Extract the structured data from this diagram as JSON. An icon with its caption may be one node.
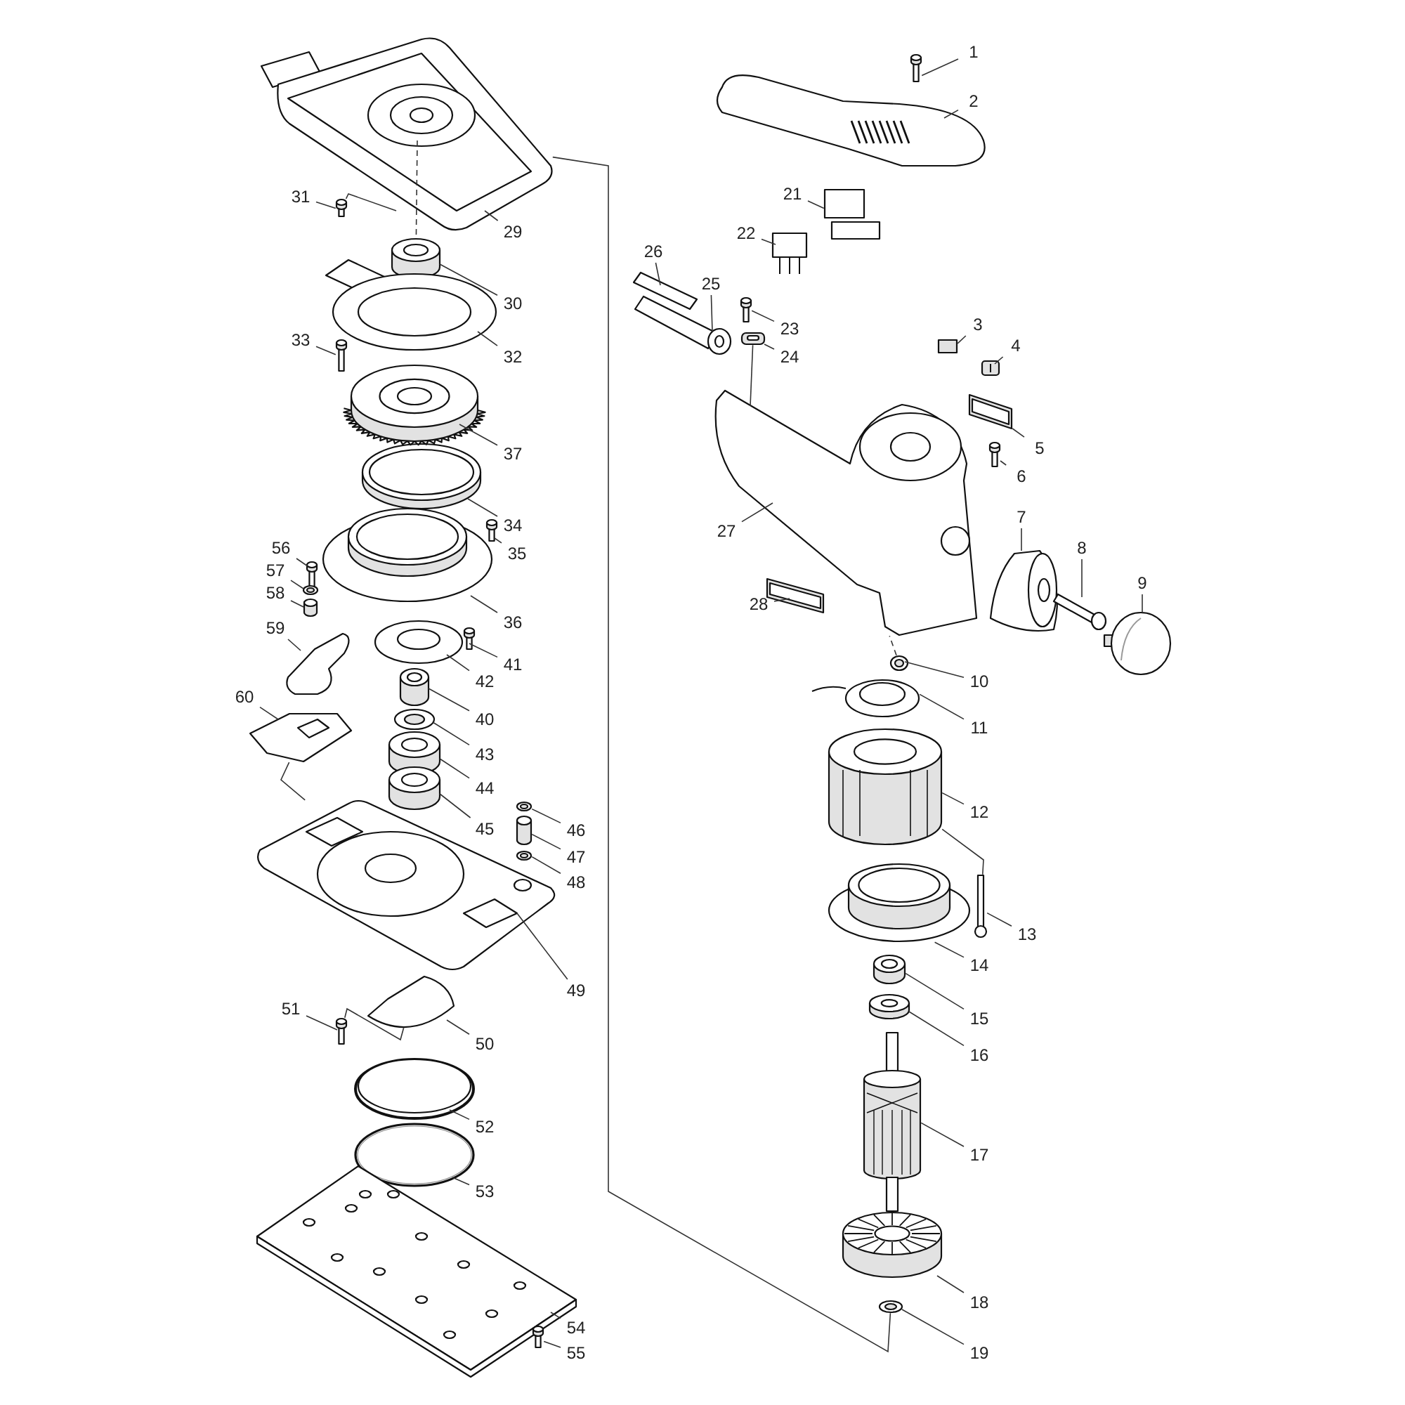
{
  "diagram": {
    "nodes": [
      {
        "text": [
          "1"
        ]
      },
      {
        "text": [
          "2"
        ]
      },
      {
        "text": [
          "3"
        ]
      },
      {
        "text": [
          "4"
        ]
      },
      {
        "text": [
          "5"
        ]
      },
      {
        "text": [
          "6"
        ]
      },
      {
        "text": [
          "7"
        ]
      },
      {
        "text": [
          "8"
        ]
      },
      {
        "text": [
          "9"
        ]
      },
      {
        "text": [
          "10"
        ]
      },
      {
        "text": [
          "11"
        ]
      },
      {
        "text": [
          "12"
        ]
      },
      {
        "text": [
          "13"
        ]
      },
      {
        "text": [
          "14"
        ]
      },
      {
        "text": [
          "15"
        ]
      },
      {
        "text": [
          "16"
        ]
      },
      {
        "text": [
          "17"
        ]
      },
      {
        "text": [
          "18"
        ]
      },
      {
        "text": [
          "19"
        ]
      },
      {
        "text": [
          "21"
        ]
      },
      {
        "text": [
          "22"
        ]
      },
      {
        "text": [
          "23"
        ]
      },
      {
        "text": [
          "24"
        ]
      },
      {
        "text": [
          "25"
        ]
      },
      {
        "text": [
          "26"
        ]
      },
      {
        "text": [
          "27"
        ]
      },
      {
        "text": [
          "28"
        ]
      },
      {
        "text": [
          "29"
        ]
      },
      {
        "text": [
          "30"
        ]
      },
      {
        "text": [
          "31"
        ]
      },
      {
        "text": [
          "32"
        ]
      },
      {
        "text": [
          "33"
        ]
      },
      {
        "text": [
          "34"
        ]
      },
      {
        "text": [
          "35"
        ]
      },
      {
        "text": [
          "36"
        ]
      },
      {
        "text": [
          "37"
        ]
      },
      {
        "text": [
          "40"
        ]
      },
      {
        "text": [
          "41"
        ]
      },
      {
        "text": [
          "42"
        ]
      },
      {
        "text": [
          "43"
        ]
      },
      {
        "text": [
          "44"
        ]
      },
      {
        "text": [
          "45"
        ]
      },
      {
        "text": [
          "46"
        ]
      },
      {
        "text": [
          "47"
        ]
      },
      {
        "text": [
          "48"
        ]
      },
      {
        "text": [
          "49"
        ]
      },
      {
        "text": [
          "50"
        ]
      },
      {
        "text": [
          "51"
        ]
      },
      {
        "text": [
          "52"
        ]
      },
      {
        "text": [
          "53"
        ]
      },
      {
        "text": [
          "54"
        ]
      },
      {
        "text": [
          "55"
        ]
      },
      {
        "text": [
          "56"
        ]
      },
      {
        "text": [
          "57"
        ]
      },
      {
        "text": [
          "58"
        ]
      },
      {
        "text": [
          "59"
        ]
      },
      {
        "text": [
          "60"
        ]
      },
      {
        "text": [],
        "shape": "picture"
      },
      {
        "text": [],
        "shape": "picture"
      },
      {
        "text": [],
        "shape": "box"
      },
      {
        "text": [],
        "shape": "picture"
      },
      {
        "text": [],
        "shape": "picture"
      },
      {
        "text": [],
        "shape": "picture"
      },
      {
        "text": [],
        "shape": "picture"
      },
      {
        "text": [],
        "shape": "picture"
      },
      {
        "text": [],
        "shape": "picture"
      },
      {
        "text": [],
        "shape": "picture"
      },
      {
        "text": [],
        "shape": "picture"
      },
      {
        "text": [],
        "shape": "picture"
      },
      {
        "text": [],
        "shape": "picture"
      },
      {
        "text": [],
        "shape": "picture"
      },
      {
        "text": [],
        "shape": "cylinder"
      },
      {
        "text": [],
        "shape": "picture"
      },
      {
        "text": [],
        "shape": "picture"
      },
      {
        "text": [],
        "shape": "picture"
      },
      {
        "text": [],
        "shape": "picture"
      },
      {
        "text": [],
        "shape": "picture"
      },
      {
        "text": [],
        "shape": "picture"
      },
      {
        "text": [],
        "shape": "picture"
      },
      {
        "text": [],
        "shape": "picture"
      },
      {
        "text": [],
        "shape": "picture"
      },
      {
        "text": [],
        "shape": "picture"
      },
      {
        "text": [],
        "shape": "picture"
      },
      {
        "text": [],
        "shape": "picture"
      },
      {
        "text": [],
        "shape": "picture"
      },
      {
        "text": [],
        "shape": "cylinder"
      },
      {
        "text": [],
        "shape": "picture"
      },
      {
        "text": [],
        "shape": "picture"
      },
      {
        "text": [],
        "shape": "picture"
      },
      {
        "text": [],
        "shape": "picture"
      },
      {
        "text": [],
        "shape": "picture"
      },
      {
        "text": [],
        "shape": "picture"
      },
      {
        "text": [],
        "shape": "picture"
      },
      {
        "text": [],
        "shape": "cylinder"
      },
      {
        "text": [],
        "shape": "picture"
      },
      {
        "text": [],
        "shape": "picture"
      },
      {
        "text": [],
        "shape": "picture"
      },
      {
        "text": [],
        "shape": "cylinder"
      },
      {
        "text": [],
        "shape": "cylinder"
      },
      {
        "text": [],
        "shape": "picture"
      },
      {
        "text": [],
        "shape": "cylinder"
      },
      {
        "text": [],
        "shape": "picture"
      },
      {
        "text": [],
        "shape": "picture"
      },
      {
        "text": [],
        "shape": "picture"
      },
      {
        "text": [],
        "shape": "picture"
      },
      {
        "text": [],
        "shape": "picture"
      },
      {
        "text": [],
        "shape": "picture"
      },
      {
        "text": [],
        "shape": "picture"
      },
      {
        "text": [],
        "shape": "picture"
      },
      {
        "text": [],
        "shape": "picture"
      },
      {
        "text": [],
        "shape": "picture"
      },
      {
        "text": [],
        "shape": "cylinder"
      },
      {
        "text": [],
        "shape": "picture"
      },
      {
        "text": [],
        "shape": "picture"
      }
    ],
    "edges": [
      {
        "from": 0,
        "to": 57,
        "arrow": "none"
      },
      {
        "from": 1,
        "to": 58,
        "arrow": "none"
      },
      {
        "from": 2,
        "to": 59,
        "arrow": "none"
      },
      {
        "from": 3,
        "to": 60,
        "arrow": "none"
      },
      {
        "from": 4,
        "to": 61,
        "arrow": "none"
      },
      {
        "from": 5,
        "to": 62,
        "arrow": "none"
      },
      {
        "from": 6,
        "to": 63,
        "arrow": "none"
      },
      {
        "from": 7,
        "to": 64,
        "arrow": "none"
      },
      {
        "from": 8,
        "to": 65,
        "arrow": "none"
      },
      {
        "from": 9,
        "to": 66,
        "arrow": "none"
      },
      {
        "from": 10,
        "to": 67,
        "arrow": "none"
      },
      {
        "from": 11,
        "to": 68,
        "arrow": "none"
      },
      {
        "from": 12,
        "to": 69,
        "arrow": "none"
      },
      {
        "from": 13,
        "to": 70,
        "arrow": "none"
      },
      {
        "from": 14,
        "to": 71,
        "arrow": "none"
      },
      {
        "from": 15,
        "to": 72,
        "arrow": "none"
      },
      {
        "from": 16,
        "to": 73,
        "arrow": "none"
      },
      {
        "from": 17,
        "to": 74,
        "arrow": "none"
      },
      {
        "from": 18,
        "to": 75,
        "arrow": "none"
      },
      {
        "from": 19,
        "to": 76,
        "arrow": "none"
      },
      {
        "from": 20,
        "to": 77,
        "arrow": "none"
      },
      {
        "from": 21,
        "to": 78,
        "arrow": "none"
      },
      {
        "from": 22,
        "to": 79,
        "arrow": "none"
      },
      {
        "from": 23,
        "to": 80,
        "arrow": "none"
      },
      {
        "from": 24,
        "to": 81,
        "arrow": "none"
      },
      {
        "from": 25,
        "to": 82,
        "arrow": "none"
      },
      {
        "from": 26,
        "to": 83,
        "arrow": "none"
      },
      {
        "from": 27,
        "to": 84,
        "arrow": "none"
      },
      {
        "from": 28,
        "to": 85,
        "arrow": "none"
      },
      {
        "from": 29,
        "to": 86,
        "arrow": "none"
      },
      {
        "from": 30,
        "to": 87,
        "arrow": "none"
      },
      {
        "from": 31,
        "to": 88,
        "arrow": "none"
      },
      {
        "from": 32,
        "to": 89,
        "arrow": "none"
      },
      {
        "from": 33,
        "to": 90,
        "arrow": "none"
      },
      {
        "from": 34,
        "to": 91,
        "arrow": "none"
      },
      {
        "from": 35,
        "to": 92,
        "arrow": "none"
      },
      {
        "from": 36,
        "to": 93,
        "arrow": "none"
      },
      {
        "from": 37,
        "to": 94,
        "arrow": "none"
      },
      {
        "from": 38,
        "to": 95,
        "arrow": "none"
      },
      {
        "from": 39,
        "to": 96,
        "arrow": "none"
      },
      {
        "from": 40,
        "to": 97,
        "arrow": "none"
      },
      {
        "from": 41,
        "to": 98,
        "arrow": "none"
      },
      {
        "from": 42,
        "to": 99,
        "arrow": "none"
      },
      {
        "from": 43,
        "to": 100,
        "arrow": "none"
      },
      {
        "from": 44,
        "to": 101,
        "arrow": "none"
      },
      {
        "from": 45,
        "to": 102,
        "arrow": "none"
      },
      {
        "from": 46,
        "to": 103,
        "arrow": "none"
      },
      {
        "from": 47,
        "to": 104,
        "arrow": "none"
      },
      {
        "from": 48,
        "to": 105,
        "arrow": "none"
      },
      {
        "from": 49,
        "to": 106,
        "arrow": "none"
      },
      {
        "from": 50,
        "to": 107,
        "arrow": "none"
      },
      {
        "from": 51,
        "to": 108,
        "arrow": "none"
      },
      {
        "from": 52,
        "to": 109,
        "arrow": "none"
      },
      {
        "from": 53,
        "to": 110,
        "arrow": "none"
      },
      {
        "from": 54,
        "to": 111,
        "arrow": "none"
      },
      {
        "from": 55,
        "to": 112,
        "arrow": "none"
      },
      {
        "from": 56,
        "to": 113,
        "arrow": "none"
      },
      {
        "from": 84,
        "to": 75,
        "arrow": "none"
      },
      {
        "from": 84,
        "to": 85,
        "arrow": "none",
        "style": "dashed"
      },
      {
        "from": 86,
        "to": 84,
        "arrow": "none"
      },
      {
        "from": 68,
        "to": 69,
        "arrow": "none"
      },
      {
        "from": 113,
        "to": 102,
        "arrow": "none"
      },
      {
        "from": 104,
        "to": 103,
        "arrow": "none"
      },
      {
        "from": 79,
        "to": 82,
        "arrow": "none"
      },
      {
        "from": 66,
        "to": 82,
        "arrow": "none",
        "style": "dashed"
      }
    ]
  }
}
